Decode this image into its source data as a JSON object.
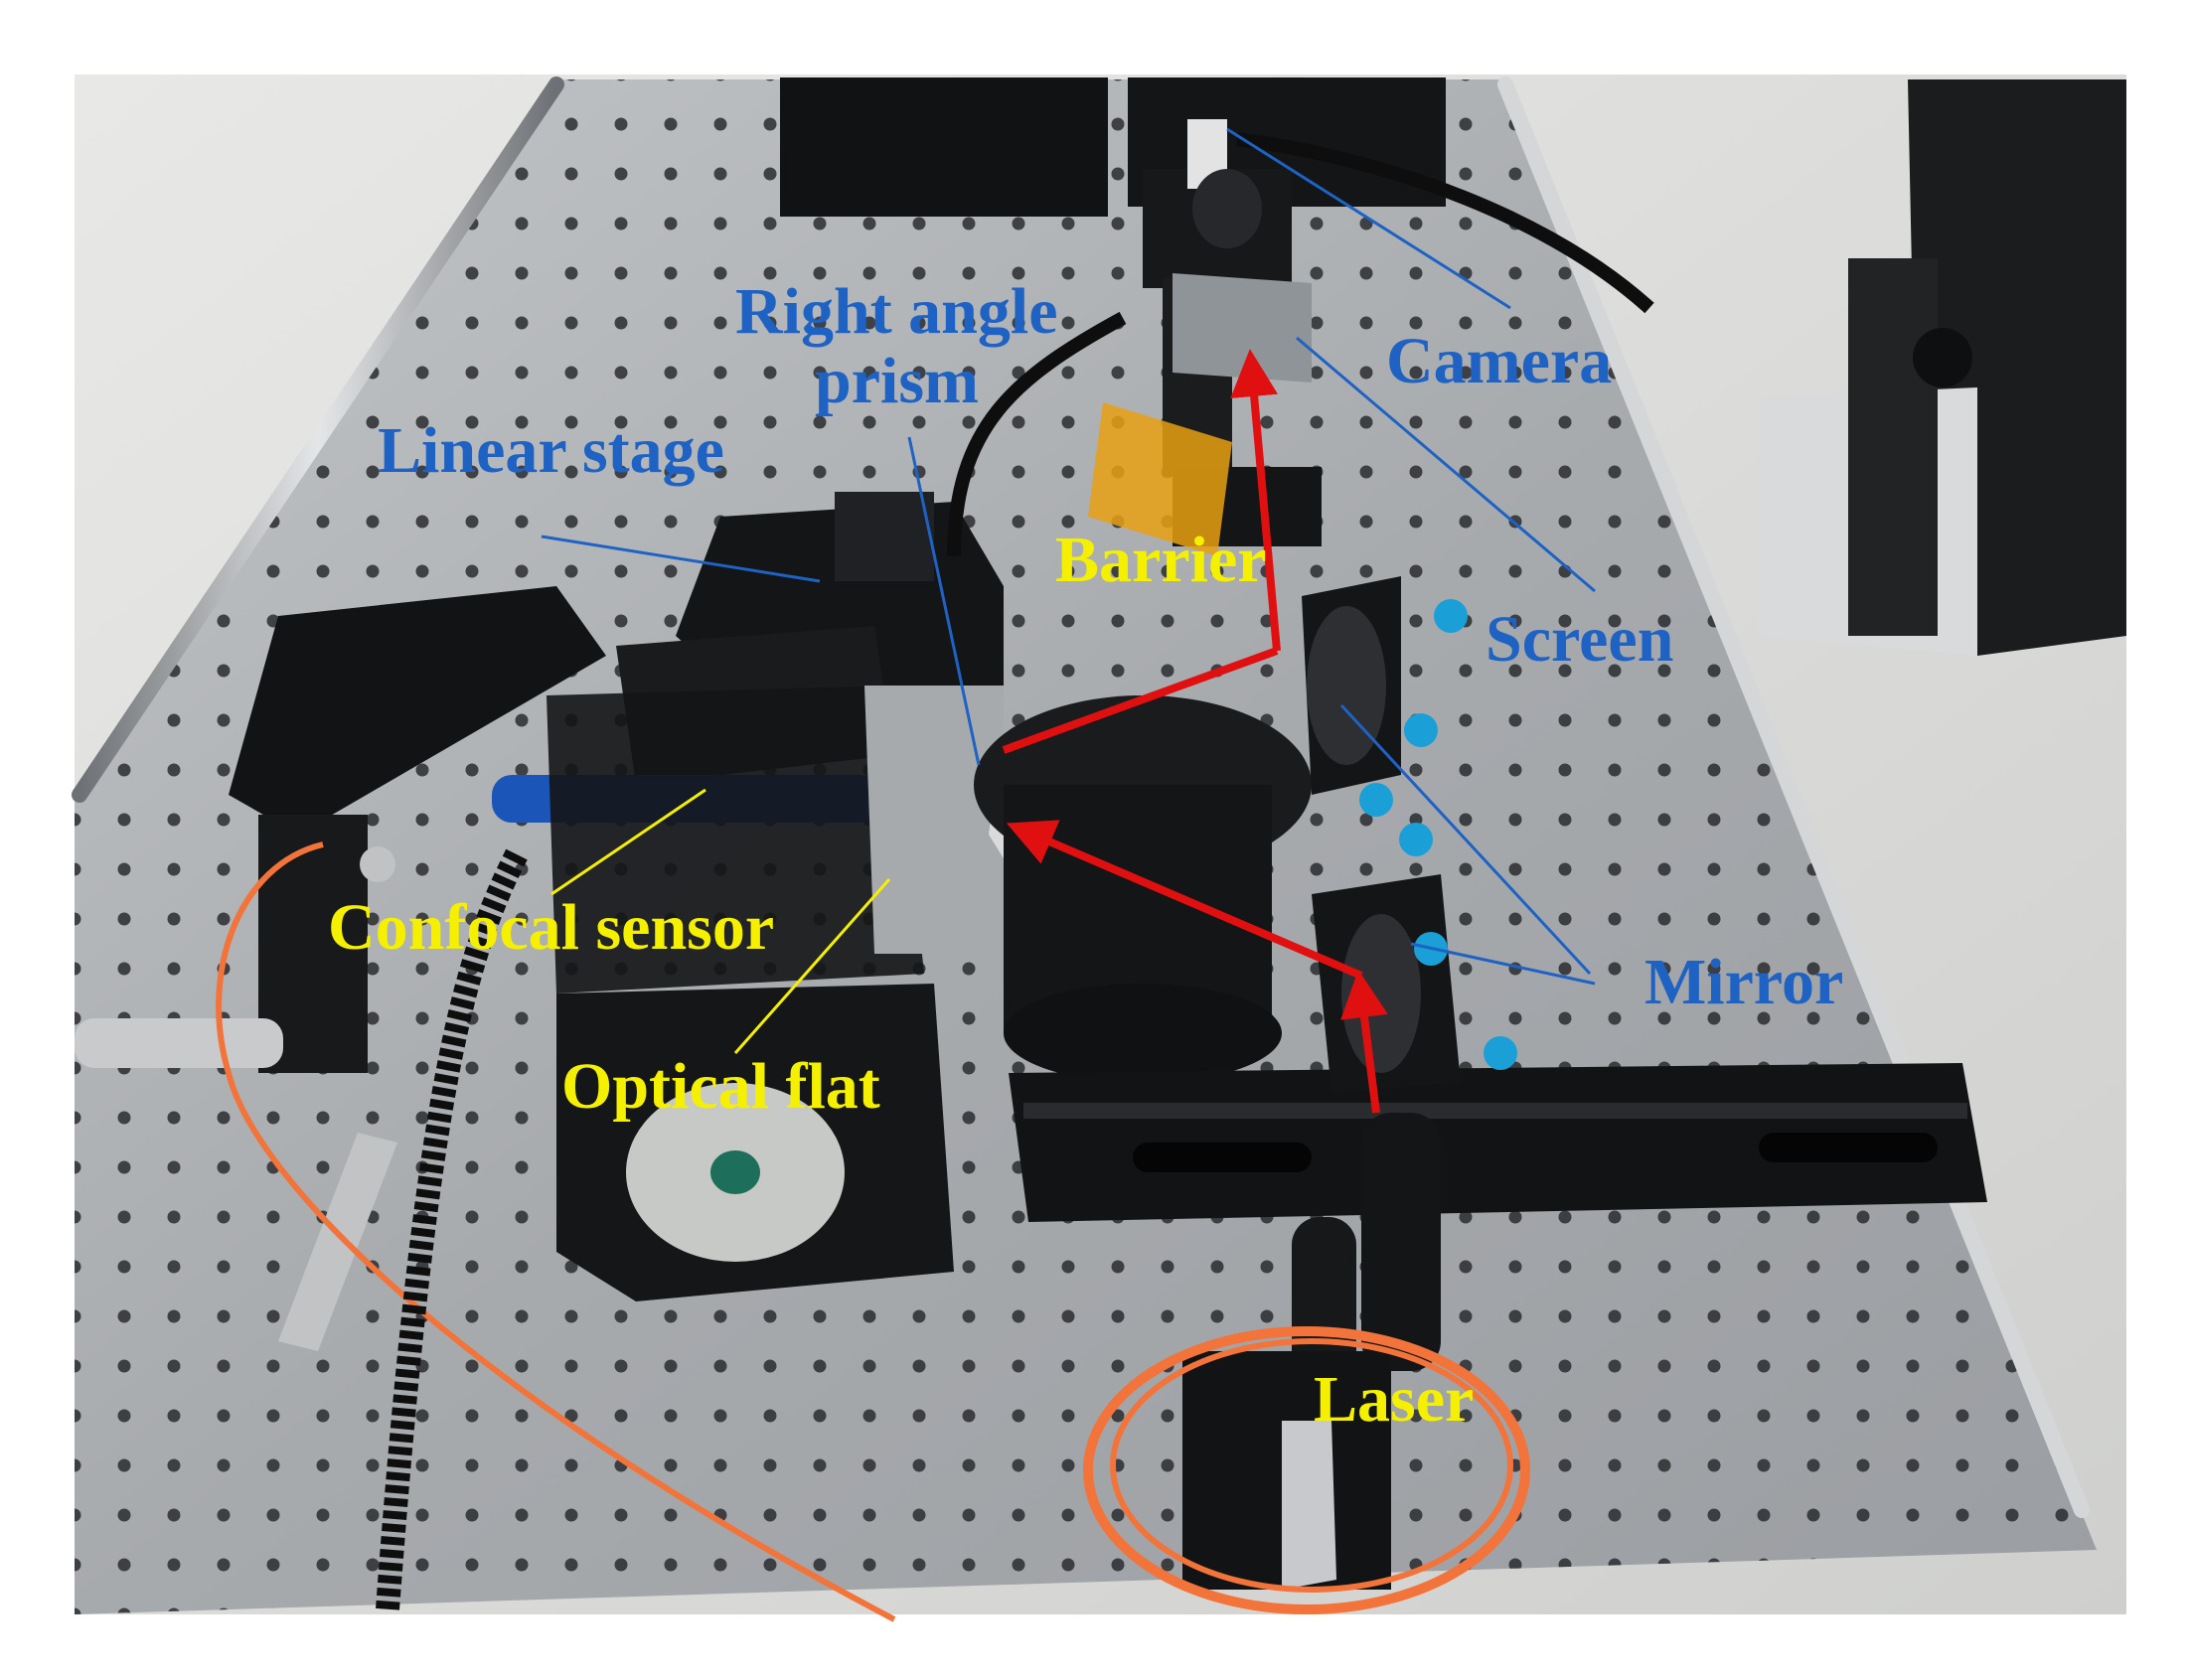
{
  "labels": {
    "right_angle_prism_1": "Right angle",
    "right_angle_prism_2": "prism",
    "camera": "Camera",
    "linear_stage": "Linear stage",
    "barrier": "Barrier",
    "screen": "Screen",
    "confocal_sensor": "Confocal sensor",
    "mirror": "Mirror",
    "optical_flat": "Optical flat",
    "laser": "Laser"
  },
  "colors": {
    "blue_label": "#1e62c4",
    "yellow_label": "#f4f000",
    "beam": "#e01010",
    "table": "#a7aaad",
    "hole": "#2a2c30",
    "black_parts": "#151618",
    "fiber": "#f2743a",
    "sensor_blue": "#1b55b8",
    "knob_cyan": "#1a9fd6"
  }
}
